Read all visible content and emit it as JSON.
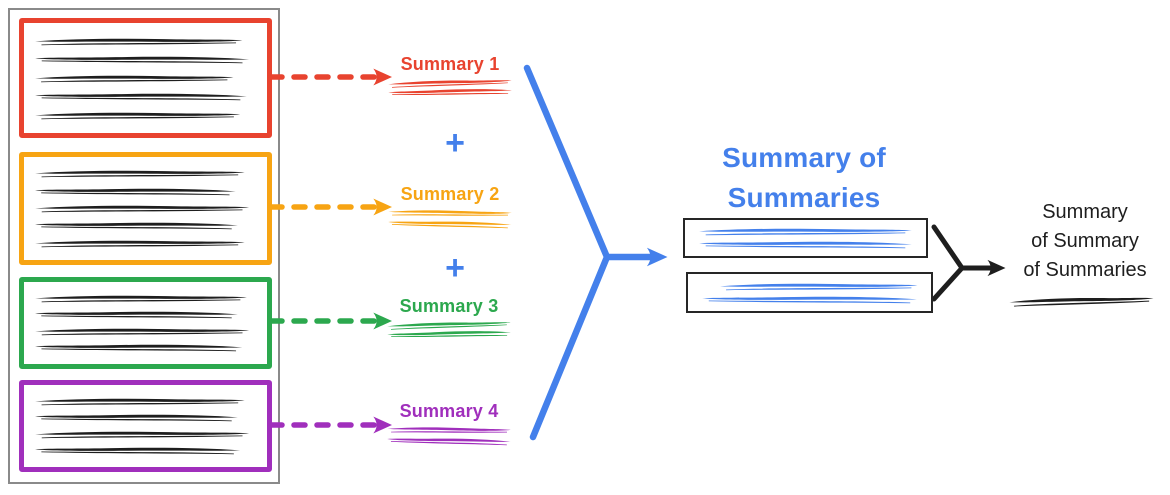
{
  "palette": {
    "red": "#e8432f",
    "orange": "#f7a413",
    "green": "#2ca84e",
    "purple": "#a02fbc",
    "blue": "#4480eb",
    "ink": "#1e1e1e",
    "frame_gray": "#8a8a8a"
  },
  "summaries": [
    {
      "label": "Summary 1",
      "color": "#e8432f"
    },
    {
      "label": "Summary 2",
      "color": "#f7a413"
    },
    {
      "label": "Summary 3",
      "color": "#2ca84e"
    },
    {
      "label": "Summary 4",
      "color": "#a02fbc"
    }
  ],
  "operators": {
    "plus_1": "+",
    "plus_2": "+"
  },
  "summary_of_summaries": {
    "title_line_1": "Summary of",
    "title_line_2": "Summaries"
  },
  "final_summary": {
    "label_line_1": "Summary",
    "label_line_2": "of Summary",
    "label_line_3": "of Summaries"
  }
}
